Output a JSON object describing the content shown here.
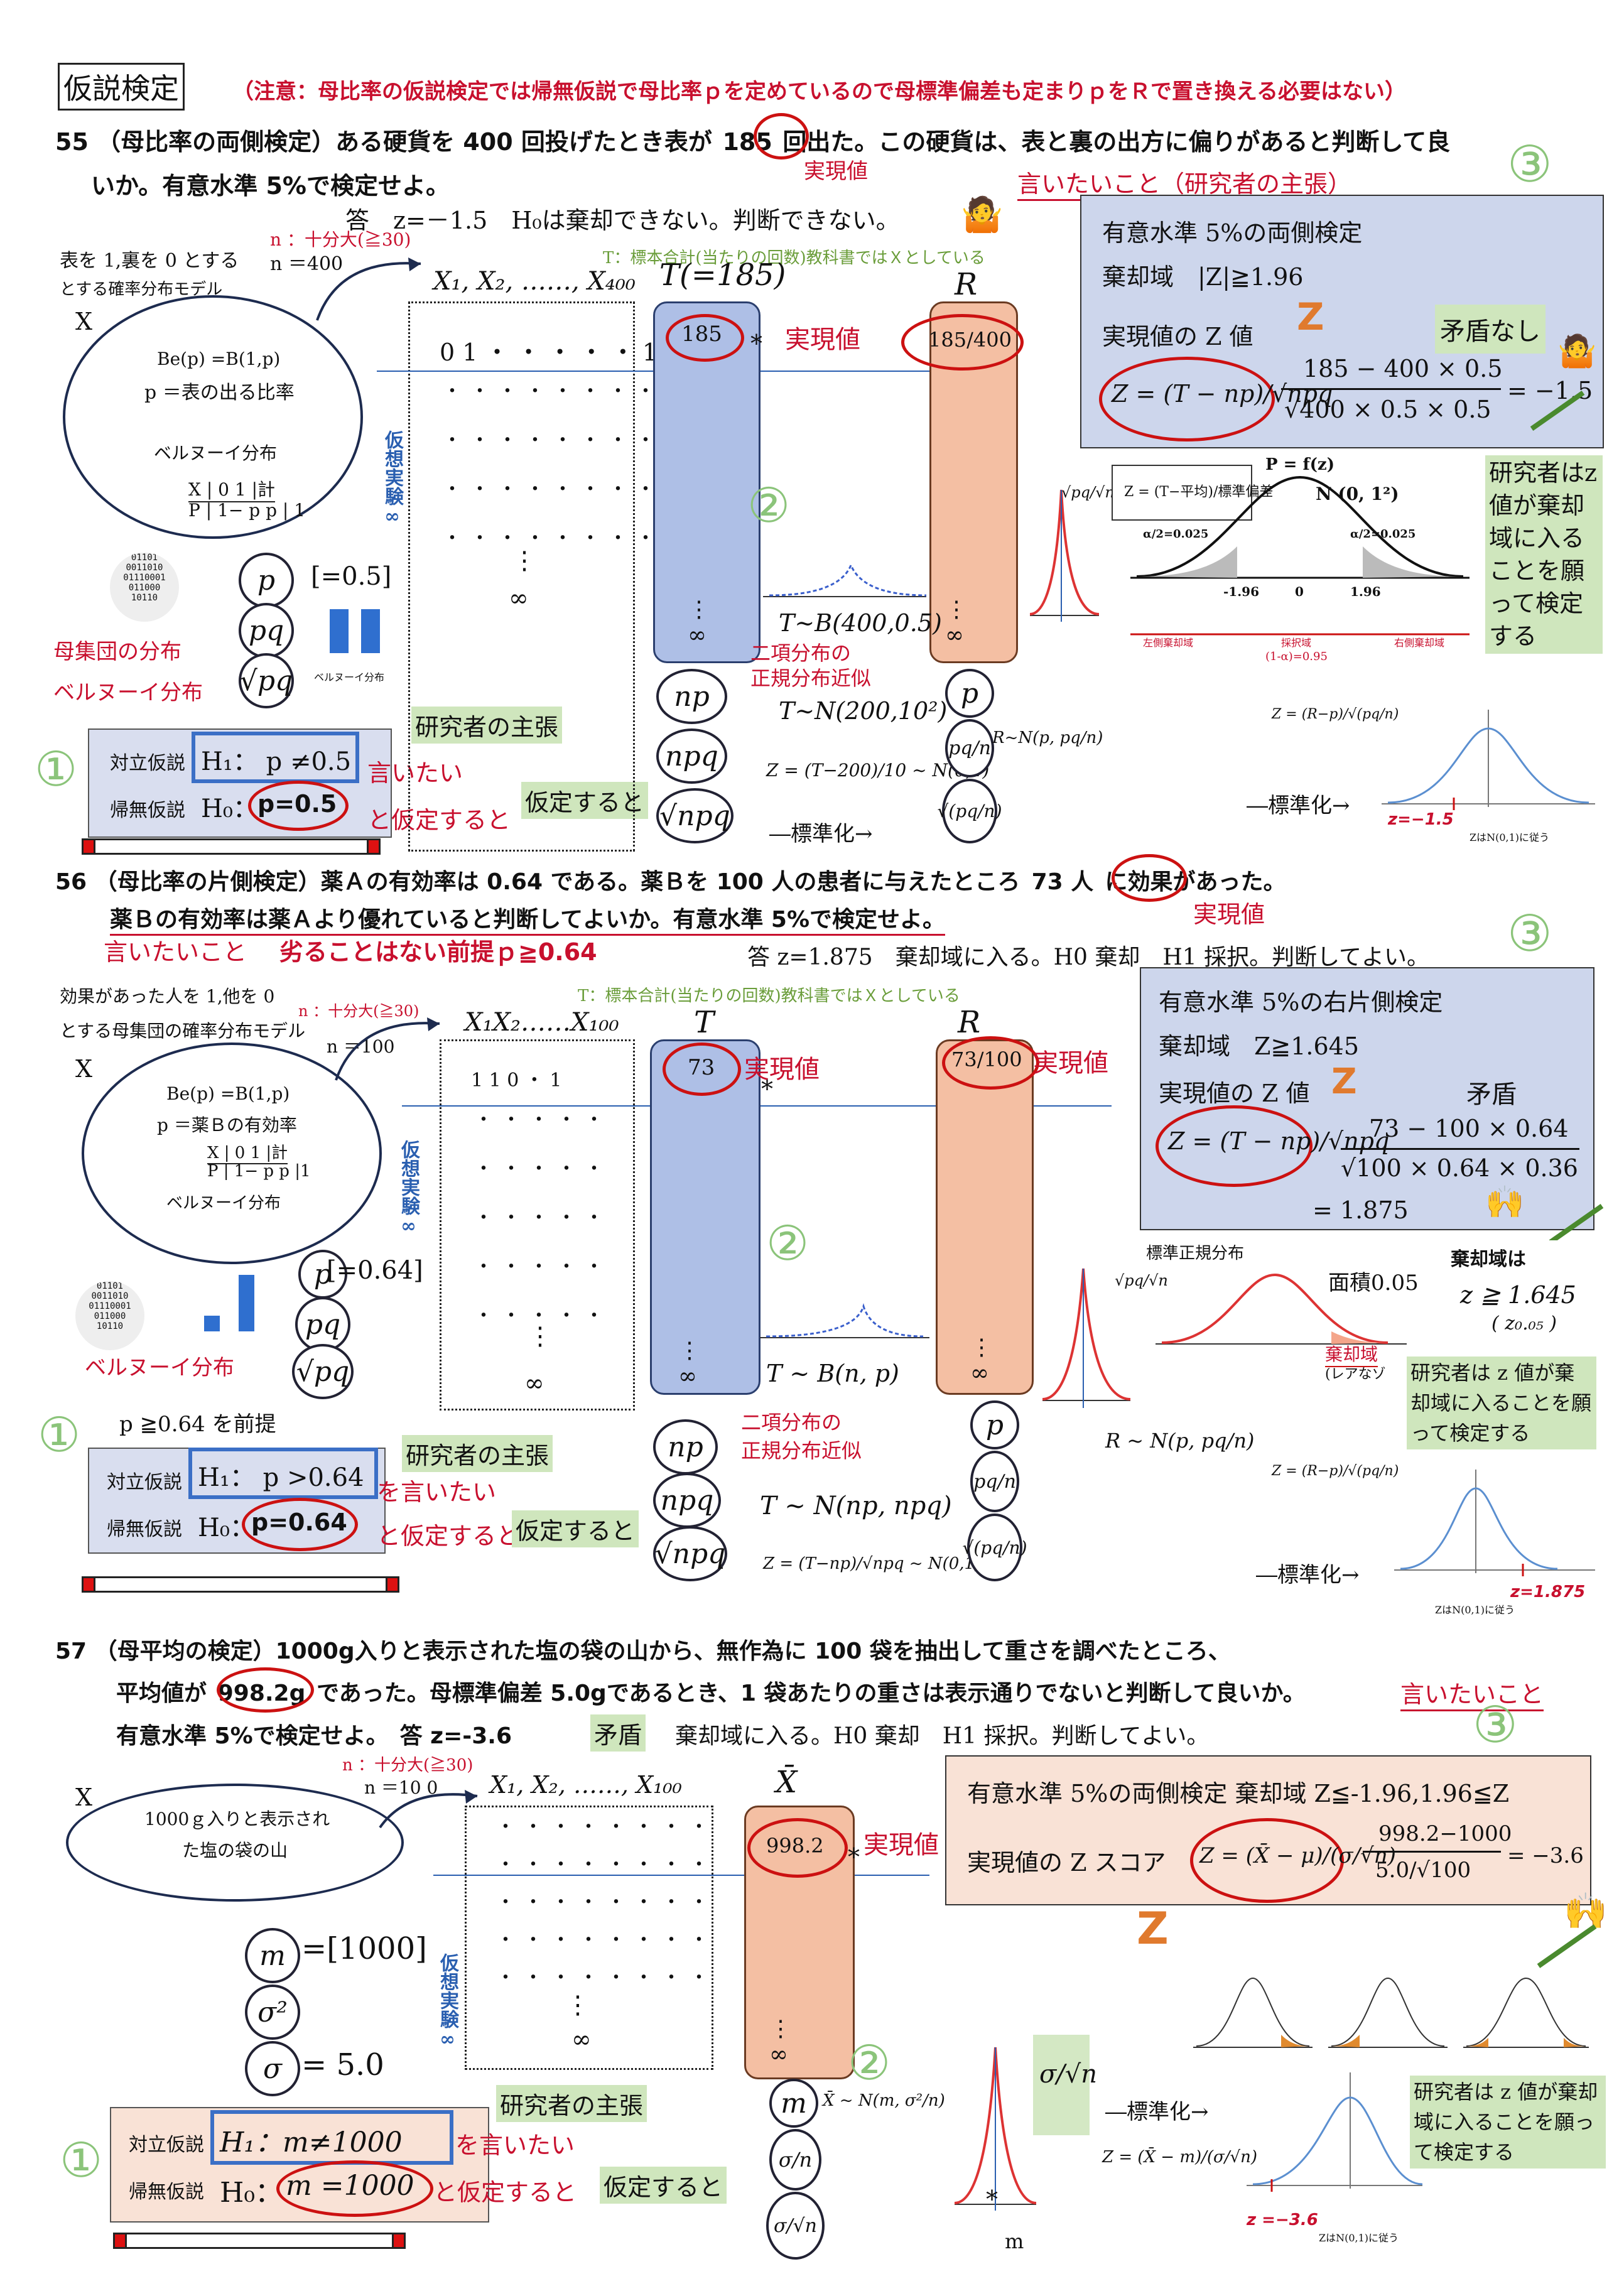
{
  "title": "仮説検定",
  "notice": "（注意：母比率の仮説検定では帰無仮説で母比率ｐを定めているので母標準偏差も定まりｐをＲで置き換える必要はない）",
  "p55": {
    "q_line1": "55 （母比率の両側検定）ある硬貨を 400 回投げたとき表が",
    "q_circ": "185",
    "q_line1b": "回出た。この硬貨は、表と裏の出方に偏りがあると判断して良",
    "q_line2": "いか。有意水準 5%で検定せよ。",
    "jitsugen": "実現値",
    "iitai": "言いたいこと（研究者の主張）",
    "answer": "答　z=－1.5　H₀は棄却できない。判断できない。",
    "n_label": "n ：十分大(≧30)",
    "n_val": "n ＝400",
    "model1": "表を 1,裏を 0 とする",
    "model2": "とする確率分布モデル",
    "X": "X",
    "be": "Be(p) =B(1,p)",
    "p_def": "p ＝表の出る比率",
    "bern": "ベルヌーイ分布",
    "tbl1": "X |  0     1  |計",
    "tbl2": "P | 1− p    p | 1",
    "T_note": "T：標本合計(当たりの回数)教科書ではＸとしている",
    "xs": "X₁, X₂, ……, X₄₀₀",
    "row1": "0 1 ・ ・ ・ ・ ・ 1",
    "T_head": "T(=185)",
    "R_head": "R",
    "T_val": "185",
    "R_val": "185/400",
    "jitsugen2": "実現値",
    "kaso": "仮想実験∞",
    "infty": "∞",
    "p_eq": "[=0.5]",
    "ring_p": "p",
    "ring_pq": "pq",
    "ring_sqpq": "√pq",
    "bosyudan": "母集団の分布",
    "bern2": "ベルヌーイ分布",
    "bern_small": "ベルヌーイ分布",
    "binom": "T~B(400,0.5)",
    "binom_label1": "二項分布の",
    "binom_label2": "正規分布近似",
    "normal": "T~N(200,10²)",
    "zform": "Z = (T−200)/10 ~ N(0,1)",
    "stdz": "―標準化→",
    "ring_np": "np",
    "ring_npq": "npq",
    "ring_sqnpq": "√npq",
    "R_ring_p": "p",
    "R_ring_pq": "pq/n",
    "R_ring_sq": "√(pq/n)",
    "R_norm": "R~N(p, pq/n)",
    "sqrt_pq_n": "√pq/√n",
    "h1_label": "対立仮説",
    "h1": "H₁： p ≠0.5",
    "h0_label": "帰無仮説",
    "h0": "H₀：",
    "h0_val": "p=0.5",
    "kenkyusha": "研究者の主張",
    "iitai2": "言いたい",
    "katei": "と仮定すると",
    "katei2": "仮定すると",
    "box_title": "有意水準 5%の両側検定",
    "box_kiki": "棄却域　|Z|≧1.96",
    "box_z": "実現値の Z 値",
    "mujun": "矛盾なし",
    "zf_left": "Z = (T − np)/√npq",
    "zf_num": "185 − 400 × 0.5",
    "zf_den": "√400 × 0.5 × 0.5",
    "zf_res": "= −1.5",
    "fz": "P = f(z)",
    "N01": "N (0, 1²)",
    "alpha1": "α/2=0.025",
    "alpha2": "α/2=0.025",
    "m196": "-1.96",
    "zero": "0",
    "p196": "1.96",
    "left_k": "左側棄却域",
    "saitaku": "採択域",
    "right_k": "右側棄却域",
    "one_alpha": "(1-α)=0.95",
    "z_std": "Z = (T−平均)/標準偏差",
    "kenkyu_note": "研究者はz値が棄却域に入ることを願って検定する",
    "std_small": "―標準化→",
    "z_small": "Z = (R−p)/√(pq/n)",
    "z_val": "z=−1.5",
    "z_follow": "ZはN(0,1)に従う",
    "num1": "①",
    "num2": "②",
    "num3": "③"
  },
  "p56": {
    "q_line1": "56 （母比率の片側検定）薬Ａの有効率は 0.64 である。薬Ｂを 100 人の患者に与えたところ",
    "q_circ": "73 人",
    "q_line1b": "に効果があった。",
    "q_line2": "薬Ｂの有効率は薬Ａより優れていると判断してよいか。有意水準 5%で検定せよ。",
    "jitsugen": "実現値",
    "iitai": "言いたいこと",
    "zentei": "劣ることはない前提ｐ≧0.64",
    "answer": "答 z=1.875　棄却域に入る。H0 棄却　H1 採択。判断してよい。",
    "model1": "効果があった人を 1,他を 0",
    "model2": "とする母集団の確率分布モデル",
    "n_label": "n ：十分大(≧30)",
    "n_val": "n ＝100",
    "T_note": "T：標本合計(当たりの回数)教科書ではＸとしている",
    "X": "X",
    "be": "Be(p) =B(1,p)",
    "p_def": "p ＝薬Ｂの有効率",
    "tbl1": "X |  0    1  |計",
    "tbl2": "P | 1− p   p |1",
    "bern": "ベルヌーイ分布",
    "xs": "X₁X₂……X₁₀₀",
    "row1": "1  1  0  ・  1",
    "T_head": "T",
    "R_head": "R",
    "T_val": "73",
    "R_val": "73/100",
    "jitsugen2": "実現値",
    "jitsugen3": "実現値",
    "kaso": "仮想実験∞",
    "infty": "∞",
    "p_eq": "[=0.64]",
    "ring_p": "p",
    "ring_pq": "pq",
    "ring_sqpq": "√pq",
    "bern2": "ベルヌーイ分布",
    "zentei2": "p ≧0.64 を前提",
    "binom": "T ~ B(n, p)",
    "binom_label1": "二項分布の",
    "binom_label2": "正規分布近似",
    "normal": "T ~ N(np, npq)",
    "zform": "Z = (T−np)/√npq ~ N(0,1)",
    "ring_np": "np",
    "ring_npq": "npq",
    "ring_sqnpq": "√npq",
    "R_ring_p": "p",
    "R_ring_pq": "pq/n",
    "R_ring_sq": "√(pq/n)",
    "R_norm": "R ~ N(p, pq/n)",
    "sqrt_pq_n": "√pq/√n",
    "h1_label": "対立仮説",
    "h1": "H₁： p >0.64",
    "h0_label": "帰無仮説",
    "h0": "H₀：",
    "h0_val": "p=0.64",
    "kenkyusha": "研究者の主張",
    "iitai2": "を言いたい",
    "katei": "と仮定すると",
    "katei2": "仮定すると",
    "box_title": "有意水準 5%の右片側検定",
    "box_kiki": "棄却域　Z≧1.645",
    "box_z": "実現値の Z 値",
    "mujun": "矛盾",
    "zf_left": "Z = (T − np)/√npq",
    "zf_num": "73 − 100 × 0.64",
    "zf_den": "√100 × 0.64 × 0.36",
    "zf_res": "= 1.875",
    "std_normal": "標準正規分布",
    "menseki": "面積0.05",
    "kiki_label": "棄却域",
    "rare": "(レアなゾ",
    "kiki_wa": "棄却域は",
    "kiki_val": "z ≧ 1.645",
    "z005": "( z₀.₀₅ )",
    "kenkyu_note": "研究者は z 値が棄却域に入ることを願って検定する",
    "std_small": "―標準化→",
    "z_small": "Z = (R−p)/√(pq/n)",
    "z_val": "z=1.875",
    "z_follow": "ZはN(0,1)に従う",
    "num1": "①",
    "num2": "②",
    "num3": "③"
  },
  "p57": {
    "q_line1": "57 （母平均の検定）1000g入りと表示された塩の袋の山から、無作為に 100 袋を抽出して重さを調べたところ、",
    "q_line2a": "平均値が",
    "q_circ": "998.2g",
    "q_line2b": "であった。母標準偏差 5.0gであるとき、1 袋あたりの重さは表示通りでないと判断して良いか。",
    "iitai": "言いたいこと",
    "q_line3": "有意水準 5%で検定せよ。　答 z=-3.6",
    "mujun": "矛盾",
    "q_line3b": "棄却域に入る。H0 棄却　H1 採択。判断してよい。",
    "n_label": "n ：十分大(≧30)",
    "n_val": "n ＝10 0",
    "X": "X",
    "pop1": "1000ｇ入りと表示され",
    "pop2": "た塩の袋の山",
    "xs": "X₁, X₂, ……, X₁₀₀",
    "Xbar": "X̄",
    "Xbar_val": "998.2",
    "jitsugen": "実現値",
    "kaso": "仮想実験∞",
    "infty": "∞",
    "ring_m": "m",
    "m_eq": "=[1000]",
    "ring_s2": "σ²",
    "ring_s": "σ",
    "s_eq": "= 5.0",
    "xbar_norm": "X̄ ~ N(m, σ²/n)",
    "ring_sig_n": "σ/n",
    "ring_sig_sqn": "σ/√n",
    "sig_sqn": "σ/√n",
    "h1_label": "対立仮説",
    "h1": "H₁：m≠1000",
    "h0_label": "帰無仮説",
    "h0": "H₀：",
    "h0_val": "m =1000",
    "kenkyusha": "研究者の主張",
    "iitai2": "を言いたい",
    "katei": "と仮定すると",
    "katei2": "仮定すると",
    "box_title": "有意水準 5%の両側検定 棄却域 Z≦-1.96,1.96≦Z",
    "box_z": "実現値の Z スコア",
    "zf_left": "Z = (X̄ − μ)/(σ/√n)",
    "zf_num": "998.2−1000",
    "zf_den": "5.0/√100",
    "zf_res": "= −3.6",
    "std_small": "―標準化→",
    "z_small": "Z = (X̄ − m)/(σ/√n)",
    "kenkyu_note": "研究者は z 値が棄却域に入ることを願って検定する",
    "z_val": "z =−3.6",
    "z_follow": "ZはN(0,1)に従う",
    "m_label": "m",
    "num1": "①",
    "num2": "②",
    "num3": "③"
  },
  "icons": [
    "person-shrug-icon",
    "person-cheer-icon",
    "z-letter-icon",
    "binary-disk-icon",
    "green-slash-icon"
  ],
  "colors": {
    "red": "#c8102e",
    "green": "#5c9e3c",
    "blue_box": "#cdd6ec",
    "pink_box": "#f7dccc",
    "pill_blue": "#aebfe6",
    "pill_pink": "#f4bfa3"
  }
}
